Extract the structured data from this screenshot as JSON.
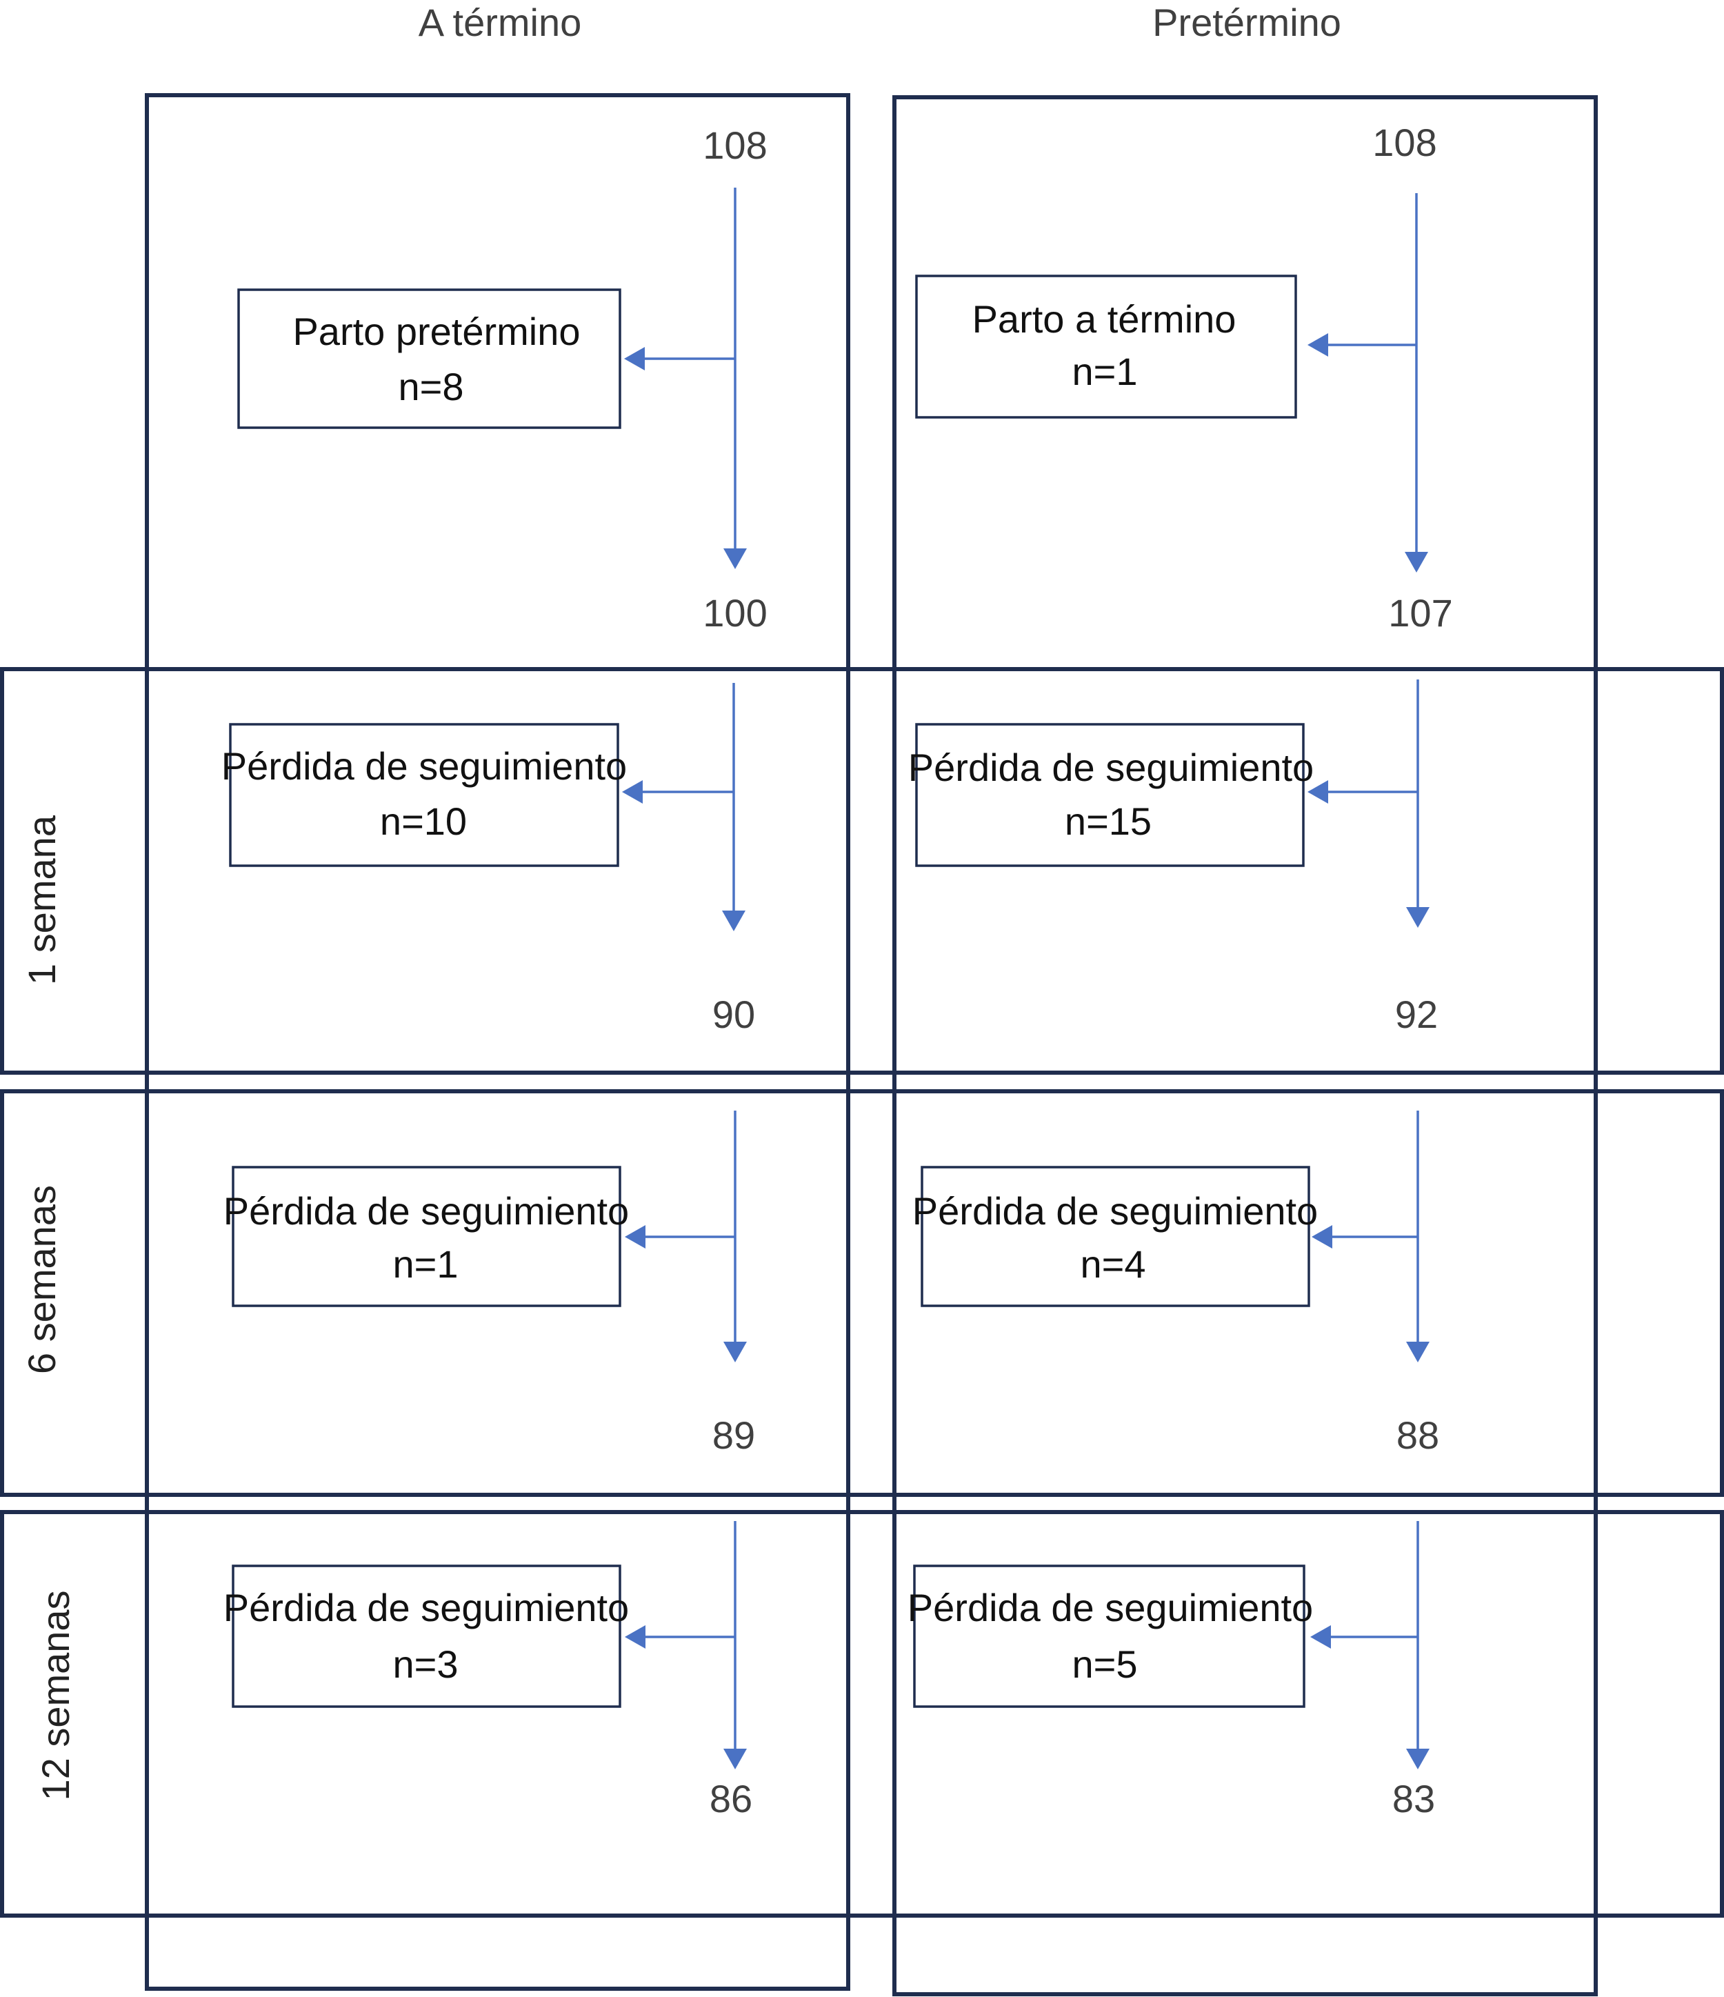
{
  "columns": [
    {
      "title": "A término",
      "stages": [
        {
          "from": "108",
          "box_line1": "Parto pretérmino",
          "box_line2": "n=8",
          "to": "100"
        },
        {
          "box_line1": "Pérdida de seguimiento",
          "box_line2": "n=10",
          "to": "90"
        },
        {
          "box_line1": "Pérdida de seguimiento",
          "box_line2": "n=1",
          "to": "89"
        },
        {
          "box_line1": "Pérdida de seguimiento",
          "box_line2": "n=3",
          "to": "86"
        }
      ]
    },
    {
      "title": "Pretérmino",
      "stages": [
        {
          "from": "108",
          "box_line1": "Parto a término",
          "box_line2": "n=1",
          "to": "107"
        },
        {
          "box_line1": "Pérdida de seguimiento",
          "box_line2": "n=15",
          "to": "92"
        },
        {
          "box_line1": "Pérdida de seguimiento",
          "box_line2": "n=4",
          "to": "88"
        },
        {
          "box_line1": "Pérdida de seguimiento",
          "box_line2": "n=5",
          "to": "83"
        }
      ]
    }
  ],
  "rows": [
    {
      "label": "1 semana"
    },
    {
      "label": "6 semanas"
    },
    {
      "label": "12 semanas"
    }
  ]
}
